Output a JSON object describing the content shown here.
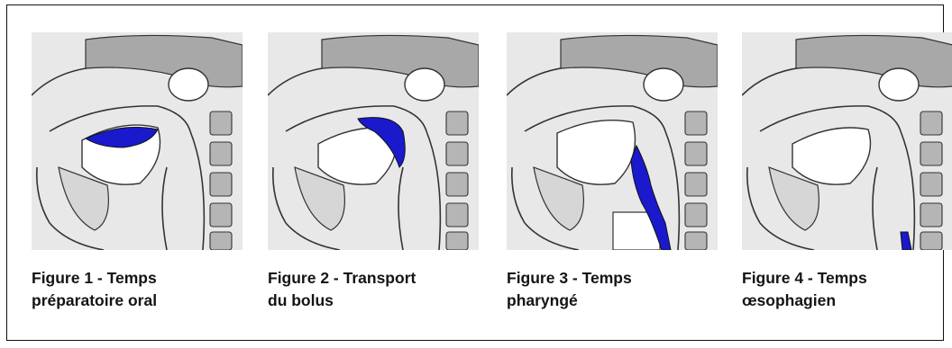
{
  "figures": [
    {
      "caption_line1": "Figure 1 - Temps",
      "caption_line2": "préparatoire oral",
      "stage": "oral-preparatory"
    },
    {
      "caption_line1": "Figure 2 - Transport",
      "caption_line2": "du bolus",
      "stage": "bolus-transport"
    },
    {
      "caption_line1": "Figure 3 - Temps",
      "caption_line2": "pharyngé",
      "stage": "pharyngeal"
    },
    {
      "caption_line1": "Figure 4 - Temps",
      "caption_line2": "œsophagien",
      "stage": "esophageal"
    }
  ],
  "colors": {
    "bolus": "#1a1acc",
    "background": "#e8e8e8",
    "outline": "#333333",
    "bone": "#a8a8a8"
  }
}
